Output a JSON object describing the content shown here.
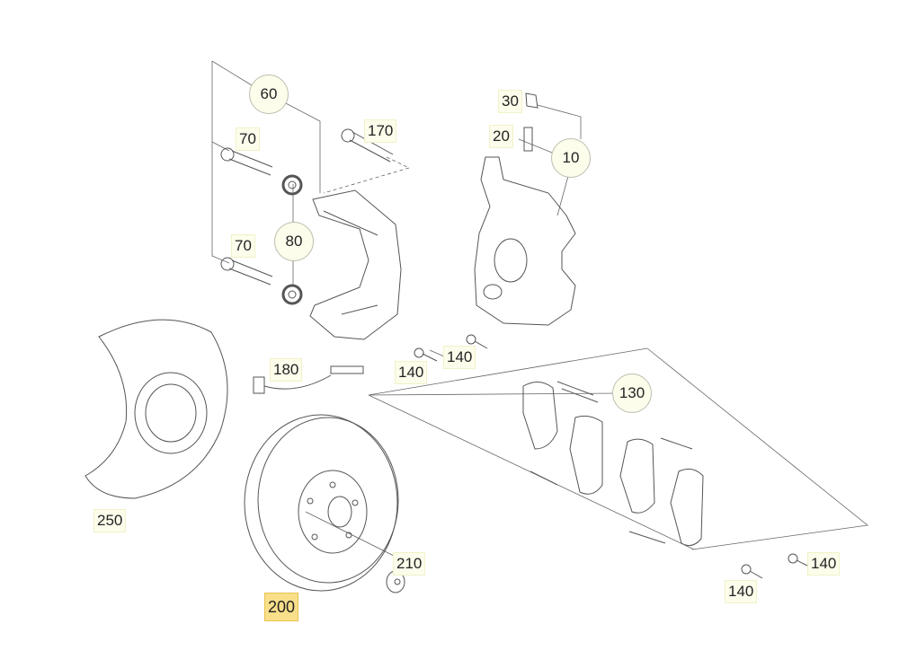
{
  "diagram": {
    "title_hidden": false,
    "callouts": [
      {
        "id": "c60",
        "label": "60",
        "style": "circle"
      },
      {
        "id": "c70a",
        "label": "70",
        "style": "box"
      },
      {
        "id": "c170",
        "label": "170",
        "style": "box"
      },
      {
        "id": "c30",
        "label": "30",
        "style": "box"
      },
      {
        "id": "c20",
        "label": "20",
        "style": "box"
      },
      {
        "id": "c10",
        "label": "10",
        "style": "circle"
      },
      {
        "id": "c80",
        "label": "80",
        "style": "circle"
      },
      {
        "id": "c70b",
        "label": "70",
        "style": "box"
      },
      {
        "id": "c250",
        "label": "250",
        "style": "box"
      },
      {
        "id": "c180",
        "label": "180",
        "style": "box"
      },
      {
        "id": "c140a",
        "label": "140",
        "style": "box"
      },
      {
        "id": "c140b",
        "label": "140",
        "style": "box"
      },
      {
        "id": "c130",
        "label": "130",
        "style": "circle"
      },
      {
        "id": "c210",
        "label": "210",
        "style": "box"
      },
      {
        "id": "c200",
        "label": "200",
        "style": "box-selected"
      },
      {
        "id": "c140c",
        "label": "140",
        "style": "box"
      },
      {
        "id": "c140d",
        "label": "140",
        "style": "box"
      }
    ],
    "colors": {
      "callout_bg": "#fdfdec",
      "selected_bg": "#f9df8a",
      "line": "#555555"
    }
  }
}
